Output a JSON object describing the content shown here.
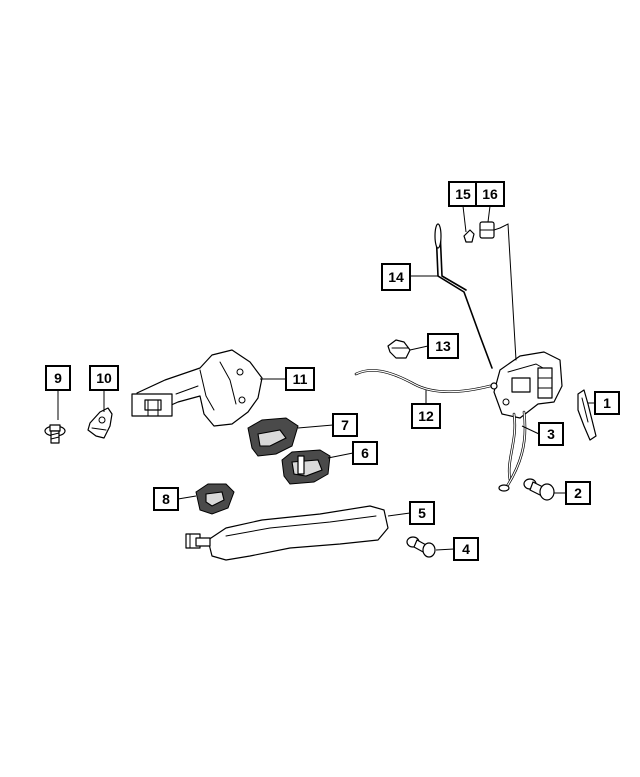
{
  "diagram": {
    "callouts": [
      {
        "id": "c1",
        "label": "1"
      },
      {
        "id": "c2",
        "label": "2"
      },
      {
        "id": "c3",
        "label": "3"
      },
      {
        "id": "c4",
        "label": "4"
      },
      {
        "id": "c5",
        "label": "5"
      },
      {
        "id": "c6",
        "label": "6"
      },
      {
        "id": "c7",
        "label": "7"
      },
      {
        "id": "c8",
        "label": "8"
      },
      {
        "id": "c9",
        "label": "9"
      },
      {
        "id": "c10",
        "label": "10"
      },
      {
        "id": "c11",
        "label": "11"
      },
      {
        "id": "c12",
        "label": "12"
      },
      {
        "id": "c13",
        "label": "13"
      },
      {
        "id": "c14",
        "label": "14"
      },
      {
        "id": "c15",
        "label": "15"
      },
      {
        "id": "c16",
        "label": "16"
      }
    ]
  }
}
